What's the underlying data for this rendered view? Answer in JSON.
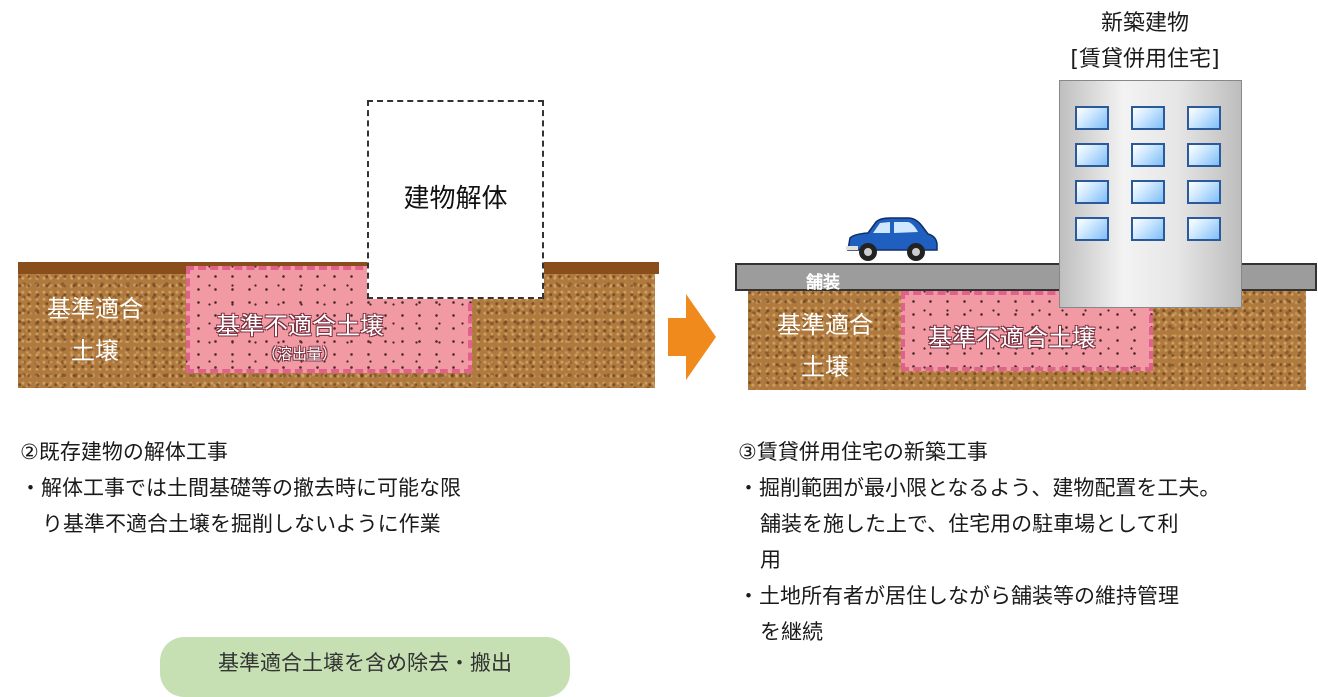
{
  "left_panel": {
    "demolition_label": "建物解体",
    "compliant_soil_line1": "基準適合",
    "compliant_soil_line2": "土壌",
    "noncompliant_soil": "基準不適合土壌",
    "noncompliant_sub": "（溶出量）"
  },
  "right_panel": {
    "building_title_line1": "新築建物",
    "building_title_line2": "[賃貸併用住宅]",
    "pavement_label": "舗装",
    "compliant_soil_line1": "基準適合",
    "compliant_soil_line2": "土壌",
    "noncompliant_soil": "基準不適合土壌"
  },
  "captions": {
    "step2_title": "②既存建物の解体工事",
    "step2_bullet_line1": "・解体工事では土間基礎等の撤去時に可能な限",
    "step2_bullet_line2": "り基準不適合土壌を掘削しないように作業",
    "step3_title": "③賃貸併用住宅の新築工事",
    "step3_bullet1_line1": "・掘削範囲が最小限となるよう、建物配置を工夫。",
    "step3_bullet1_line2": "舗装を施した上で、住宅用の駐車場として利",
    "step3_bullet1_line3": "用",
    "step3_bullet2_line1": "・土地所有者が居住しながら舗装等の維持管理",
    "step3_bullet2_line2": "を継続"
  },
  "bottom_box": {
    "label": "基準適合土壌を含め除去・搬出"
  },
  "colors": {
    "soil": "#b07a3f",
    "topsoil": "#8a4e1c",
    "contaminated": "#f19aa3",
    "contaminated_border": "#e0628c",
    "arrow": "#f08a1c",
    "pavement": "#9c9c9c",
    "car": "#1f5fbf",
    "green_box": "#c6e0b4"
  },
  "icons": [
    "car-icon",
    "arrow-right-icon",
    "building-icon"
  ]
}
